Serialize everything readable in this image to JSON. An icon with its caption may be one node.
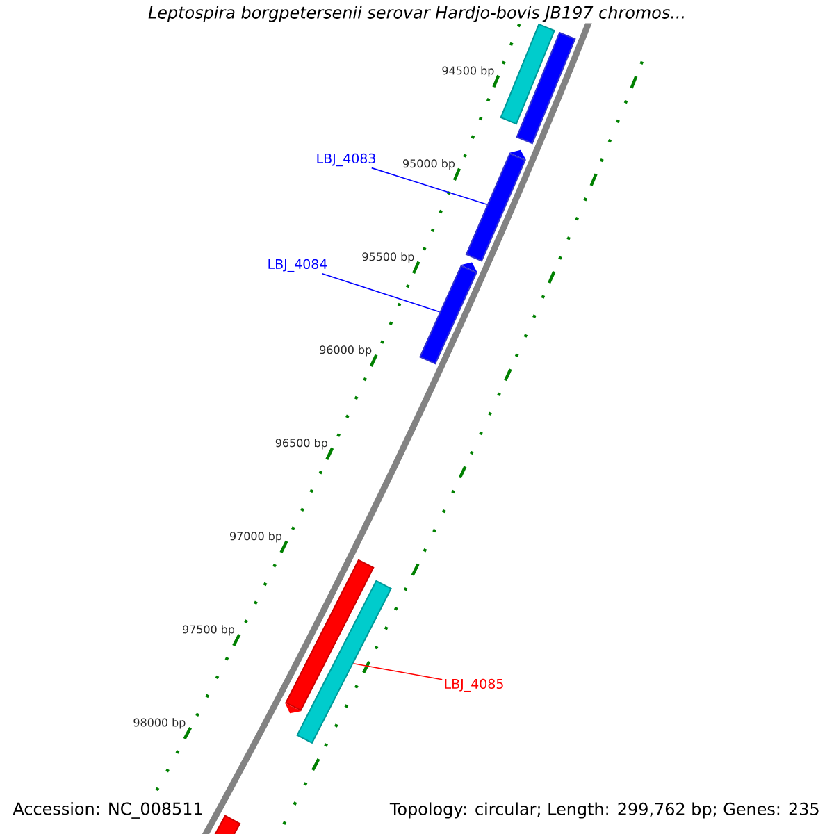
{
  "diagram": {
    "title": "*Leptospira borgpetersenii serovar Hardjo-bovis JB197 chromos...*",
    "nodes": [
      {
        "text": [],
        "shape": "bar"
      },
      {
        "text": [],
        "shape": "bar"
      },
      {
        "text": [
          "LBJ_4083"
        ]
      },
      {
        "text": [],
        "shape": "bar"
      },
      {
        "text": [
          "LBJ_4084"
        ]
      },
      {
        "text": [],
        "shape": "bar"
      },
      {
        "text": [],
        "shape": "bar"
      },
      {
        "text": [],
        "shape": "bar"
      },
      {
        "text": [
          "LBJ_4085"
        ]
      },
      {
        "text": [],
        "shape": "bar"
      }
    ],
    "edges": [
      {
        "from": 2,
        "to": 3,
        "arrow": "none",
        "color": "#0000ff"
      },
      {
        "from": 4,
        "to": 5,
        "arrow": "none",
        "color": "#0000ff"
      },
      {
        "from": 8,
        "to": 7,
        "arrow": "none",
        "color": "#ff0000"
      }
    ],
    "labels": [
      "94500 bp",
      "95000 bp",
      "95500 bp",
      "96000 bp",
      "96500 bp",
      "97000 bp",
      "97500 bp",
      "98000 bp",
      "Accession: NC_008511",
      "Topology: circular; Length: 299,762 bp; Genes: 235"
    ]
  }
}
